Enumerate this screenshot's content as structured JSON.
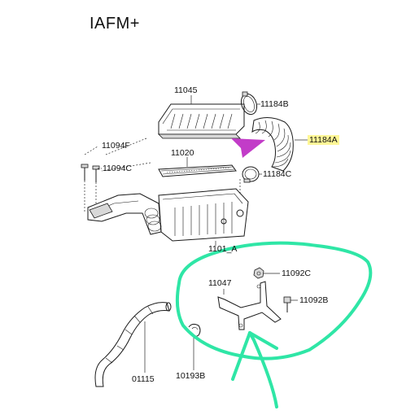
{
  "title": "IAFM+",
  "callouts": [
    {
      "id": "11045",
      "text": "11045"
    },
    {
      "id": "11184B",
      "text": "11184B"
    },
    {
      "id": "11184A",
      "text": "11184A"
    },
    {
      "id": "11094F",
      "text": "11094F"
    },
    {
      "id": "11020",
      "text": "11020"
    },
    {
      "id": "11094C",
      "text": "11094C"
    },
    {
      "id": "11184C",
      "text": "11184C"
    },
    {
      "id": "11010A",
      "text": "1101_A"
    },
    {
      "id": "11047",
      "text": "11047"
    },
    {
      "id": "11092C",
      "text": "11092C"
    },
    {
      "id": "11092B",
      "text": "11092B"
    },
    {
      "id": "01115",
      "text": "01115"
    },
    {
      "id": "10193B",
      "text": "10193B"
    }
  ],
  "annotations": {
    "arrow_color": "#c23cc8",
    "circle_color": "#2fe6a6",
    "highlight_color": "#fff250",
    "highlighted_callout": "11184A"
  }
}
